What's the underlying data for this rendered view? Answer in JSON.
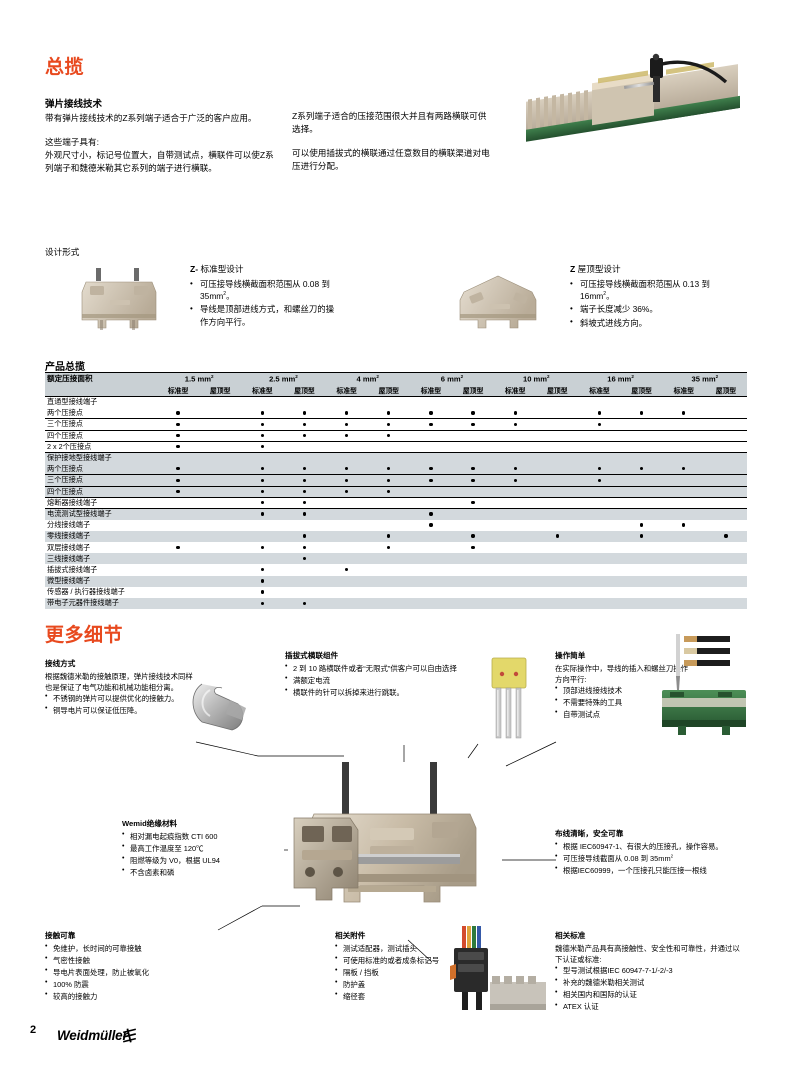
{
  "overview": {
    "title": "总揽",
    "left_col": {
      "heading": "弹片接线技术",
      "p1": "带有弹片接线技术的Z系列端子适合于广泛的客户应用。",
      "p2_head": "这些端子具有:",
      "p2": "外观尺寸小，标记号位置大，自带测试点，横联件可以使Z系列端子和魏德米勒其它系列的端子进行横联。"
    },
    "right_col": {
      "p1": "Z系列端子适合的压接范围很大并且有两路横联可供选择。",
      "p2": "可以使用插拔式的横联通过任意数目的横联渠道对电压进行分配。"
    },
    "design_label": "设计形式",
    "design_a": {
      "prefix": "Z-",
      "name": "标准型设计",
      "bullets": [
        "可压接导线横截面积范围从 0.08 到 35mm²。",
        "导线是顶部进线方式，和螺丝刀的操作方向平行。"
      ]
    },
    "design_b": {
      "prefix": "Z",
      "name": "屋顶型设计",
      "bullets": [
        "可压接导线横截面积范围从 0.13 到 16mm²。",
        "端子长度减少 36%。",
        "斜坡式进线方向。"
      ]
    }
  },
  "product_table": {
    "title": "产品总揽",
    "row_header_label": "额定压接面积",
    "size_groups": [
      "1.5 mm²",
      "2.5 mm²",
      "4 mm²",
      "6 mm²",
      "10 mm²",
      "16 mm²",
      "35 mm²"
    ],
    "variant_headers": [
      "标准型",
      "屋顶型"
    ],
    "rows": [
      {
        "label": "直通型接线端子",
        "shade": false,
        "ruled": false,
        "marks": [
          0,
          0,
          0,
          0,
          0,
          0,
          0,
          0,
          0,
          0,
          0,
          0,
          0,
          0
        ]
      },
      {
        "label": "两个压接点",
        "shade": false,
        "ruled": true,
        "marks": [
          1,
          0,
          1,
          1,
          1,
          1,
          1,
          1,
          1,
          0,
          1,
          1,
          1,
          0
        ]
      },
      {
        "label": "三个压接点",
        "shade": false,
        "ruled": true,
        "marks": [
          1,
          0,
          1,
          1,
          1,
          1,
          1,
          1,
          1,
          0,
          1,
          0,
          0,
          0
        ]
      },
      {
        "label": "四个压接点",
        "shade": false,
        "ruled": true,
        "marks": [
          1,
          0,
          1,
          1,
          1,
          1,
          0,
          0,
          0,
          0,
          0,
          0,
          0,
          0
        ]
      },
      {
        "label": "2 x 2个压接点",
        "shade": false,
        "ruled": true,
        "marks": [
          1,
          0,
          1,
          0,
          0,
          0,
          0,
          0,
          0,
          0,
          0,
          0,
          0,
          0
        ]
      },
      {
        "label": "保护接地型接线端子",
        "shade": true,
        "ruled": false,
        "marks": [
          0,
          0,
          0,
          0,
          0,
          0,
          0,
          0,
          0,
          0,
          0,
          0,
          0,
          0
        ]
      },
      {
        "label": "两个压接点",
        "shade": true,
        "ruled": true,
        "marks": [
          1,
          0,
          1,
          1,
          1,
          1,
          1,
          1,
          1,
          0,
          1,
          1,
          1,
          0
        ]
      },
      {
        "label": "三个压接点",
        "shade": true,
        "ruled": true,
        "marks": [
          1,
          0,
          1,
          1,
          1,
          1,
          1,
          1,
          1,
          0,
          1,
          0,
          0,
          0
        ]
      },
      {
        "label": "四个压接点",
        "shade": true,
        "ruled": true,
        "marks": [
          1,
          0,
          1,
          1,
          1,
          1,
          0,
          0,
          0,
          0,
          0,
          0,
          0,
          0
        ]
      },
      {
        "label": "熔断器接线端子",
        "shade": false,
        "ruled": true,
        "marks": [
          0,
          0,
          1,
          1,
          0,
          0,
          0,
          1,
          0,
          0,
          0,
          0,
          0,
          0
        ]
      },
      {
        "label": "电流测试型接线端子",
        "shade": true,
        "ruled": false,
        "marks": [
          0,
          0,
          1,
          1,
          0,
          0,
          1,
          0,
          0,
          0,
          0,
          0,
          0,
          0
        ]
      },
      {
        "label": "分线接线端子",
        "shade": false,
        "ruled": false,
        "marks": [
          0,
          0,
          0,
          0,
          0,
          0,
          1,
          0,
          0,
          0,
          0,
          1,
          1,
          0
        ]
      },
      {
        "label": "零线接线端子",
        "shade": true,
        "ruled": false,
        "marks": [
          0,
          0,
          0,
          1,
          0,
          1,
          0,
          1,
          0,
          1,
          0,
          1,
          0,
          1
        ]
      },
      {
        "label": "双层接线端子",
        "shade": false,
        "ruled": false,
        "marks": [
          1,
          0,
          1,
          1,
          0,
          1,
          0,
          1,
          0,
          0,
          0,
          0,
          0,
          0
        ]
      },
      {
        "label": "三线接线端子",
        "shade": true,
        "ruled": false,
        "marks": [
          0,
          0,
          0,
          1,
          0,
          0,
          0,
          0,
          0,
          0,
          0,
          0,
          0,
          0
        ]
      },
      {
        "label": "插拔式接线端子",
        "shade": false,
        "ruled": false,
        "marks": [
          0,
          0,
          1,
          0,
          1,
          0,
          0,
          0,
          0,
          0,
          0,
          0,
          0,
          0
        ]
      },
      {
        "label": "微型接线端子",
        "shade": true,
        "ruled": false,
        "marks": [
          0,
          0,
          1,
          0,
          0,
          0,
          0,
          0,
          0,
          0,
          0,
          0,
          0,
          0
        ]
      },
      {
        "label": "传感器 / 执行器接线端子",
        "shade": false,
        "ruled": false,
        "marks": [
          0,
          0,
          1,
          0,
          0,
          0,
          0,
          0,
          0,
          0,
          0,
          0,
          0,
          0
        ]
      },
      {
        "label": "带电子元器件接线端子",
        "shade": true,
        "ruled": false,
        "marks": [
          0,
          0,
          1,
          1,
          0,
          0,
          0,
          0,
          0,
          0,
          0,
          0,
          0,
          0
        ]
      }
    ]
  },
  "details": {
    "title": "更多细节",
    "wiring": {
      "head": "接线方式",
      "body": "根据魏德米勒的接触原理，弹片接线技术同样也是保证了电气功能和机械功能相分离。",
      "bullets": [
        "不锈钢的弹片可以提供优化的接触力。",
        "铜导电片可以保证低压降。"
      ]
    },
    "cross_connection": {
      "head": "插拔式横联组件",
      "bullets": [
        "2 到 10 路横联件或者“无限式”供客户可以自由选择",
        "满额定电流",
        "横联件的针可以拆掉来进行跳联。"
      ]
    },
    "operation": {
      "head": "操作简单",
      "body": "在实际操作中，导线的插入和螺丝刀操作方向平行:",
      "bullets": [
        "顶部进线接线技术",
        "不需要特殊的工具",
        "自带测试点"
      ]
    },
    "wemid": {
      "head": "Wemid绝缘材料",
      "bullets": [
        "相对漏电起痕指数 CTI 600",
        "最高工作温度至 120℃",
        "阻燃等级为 V0，根据 UL94",
        "不含卤素和磷"
      ]
    },
    "wiring_clear": {
      "head": "布线清晰，安全可靠",
      "bullets": [
        "根据 IEC60947-1、有很大的压接孔，操作容易。",
        "可压接导线截面从 0.08 到 35mm²",
        "根据IEC60999，一个压接孔只能压接一根线"
      ]
    },
    "contact": {
      "head": "接触可靠",
      "bullets": [
        "免维护，长时间的可靠接触",
        "气密性接触",
        "导电片表面处理，防止被氧化",
        "100% 防震",
        "较高的接触力"
      ]
    },
    "accessories": {
      "head": "相关附件",
      "bullets": [
        "测试适配器，测试插头",
        "可使用标准的或者成条标记号",
        "隔板 / 挡板",
        "防护盖",
        "缩径套"
      ]
    },
    "standards": {
      "head": "相关标准",
      "body": "魏德米勒产品具有高接触性、安全性和可靠性，并通过以下认证或标准:",
      "bullets": [
        "型号测试根据IEC 60947-7-1/-2/-3",
        "补充的魏德米勒相关测试",
        "相关国内和国际的认证",
        "ATEX 认证"
      ]
    }
  },
  "footer": {
    "page_number": "2",
    "brand": "Weidmüller"
  },
  "colors": {
    "accent_orange": "#E8491E",
    "table_header_gray": "#c9d0d4",
    "table_shade_gray": "#d3d9dd"
  }
}
